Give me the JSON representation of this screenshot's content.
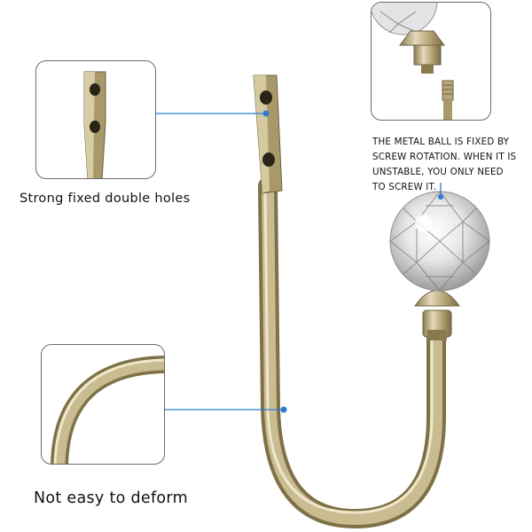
{
  "callouts": {
    "holes_caption": "Strong fixed double holes",
    "deform_caption": "Not easy to deform",
    "screw_note_lines": [
      "THE METAL BALL IS FIXED BY",
      "SCREW ROTATION. WHEN IT IS",
      "UNSTABLE, YOU ONLY NEED",
      "TO SCREW IT."
    ]
  },
  "colors": {
    "metal": "#b8a878",
    "metal_dark": "#8a7a4e",
    "metal_light": "#e4dabb",
    "leader_line": "#2b7bd6",
    "panel_border": "#6b6b6b"
  },
  "icons": {
    "hook": "curtain-hook",
    "crystal": "crystal-ball-knob",
    "screw": "threaded-screw"
  }
}
